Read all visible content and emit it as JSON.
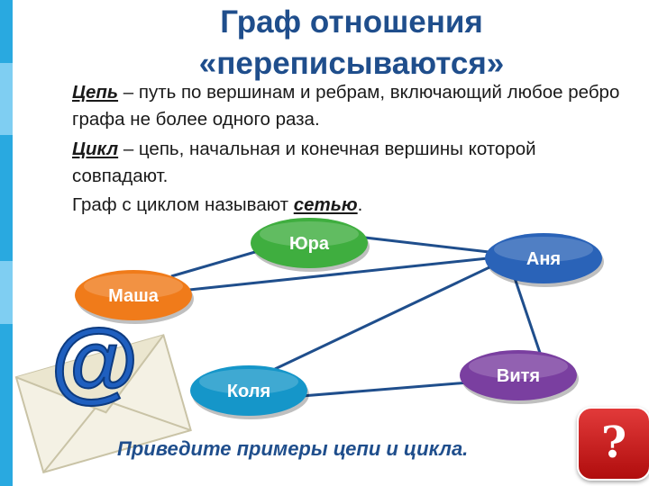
{
  "title": {
    "line1": "Граф отношения",
    "line2": "«переписываются»"
  },
  "definitions": {
    "chain_term": "Цепь",
    "chain_text": " – путь по вершинам и ребрам, включающий любое ребро графа не более одного раза.",
    "cycle_term": "Цикл",
    "cycle_text": " – цепь, начальная и конечная вершины которой совпадают.",
    "network_prefix": "Граф с циклом называют ",
    "network_term": "сетью",
    "network_suffix": "."
  },
  "graph": {
    "nodes": [
      {
        "id": "yura",
        "label": "Юра",
        "color": "#3fae3f"
      },
      {
        "id": "anya",
        "label": "Аня",
        "color": "#2a63b8"
      },
      {
        "id": "masha",
        "label": "Маша",
        "color": "#f07b1a"
      },
      {
        "id": "kolya",
        "label": "Коля",
        "color": "#1596c9"
      },
      {
        "id": "vitya",
        "label": "Витя",
        "color": "#7a3fa0"
      }
    ],
    "edges": [
      [
        "masha",
        "yura"
      ],
      [
        "masha",
        "anya"
      ],
      [
        "yura",
        "anya"
      ],
      [
        "kolya",
        "anya"
      ],
      [
        "kolya",
        "vitya"
      ],
      [
        "anya",
        "vitya"
      ]
    ],
    "edge_color": "#1f4e8c"
  },
  "question": "Приведите примеры цепи и цикла.",
  "help_button": "?",
  "envelope_icon": "email-envelope-icon"
}
